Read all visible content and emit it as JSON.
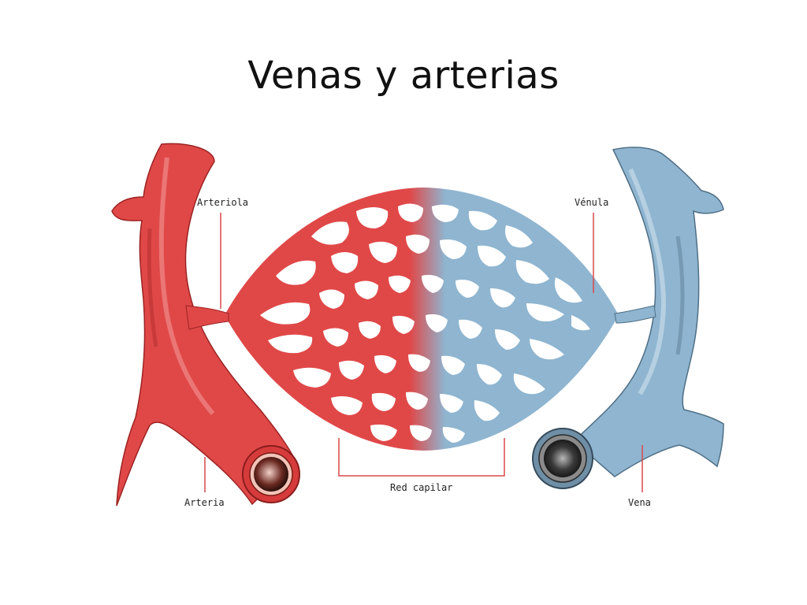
{
  "slide": {
    "title": "Venas y arterias"
  },
  "diagram": {
    "labels": {
      "arteriole": "Arteriola",
      "venule": "Vénula",
      "capillary_network": "Red capilar",
      "artery": "Arteria",
      "vein": "Vena"
    },
    "colors": {
      "artery": "#e04848",
      "artery_dark": "#b82c2c",
      "vein": "#8fb5d0",
      "vein_dark": "#5d7f96",
      "leader_line": "#d9484c"
    }
  }
}
